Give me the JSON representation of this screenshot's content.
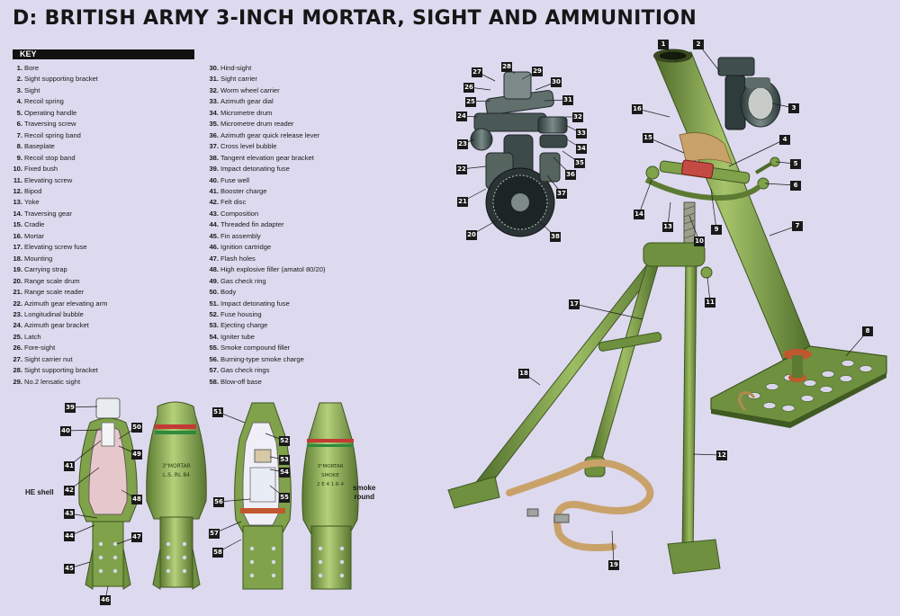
{
  "title": "D: BRITISH ARMY 3-INCH MORTAR, SIGHT AND AMMUNITION",
  "key_heading": "KEY",
  "key_left": [
    {
      "n": "1.",
      "t": "Bore"
    },
    {
      "n": "2.",
      "t": "Sight supporting bracket"
    },
    {
      "n": "3.",
      "t": "Sight"
    },
    {
      "n": "4.",
      "t": "Recoil spring"
    },
    {
      "n": "5.",
      "t": "Operating handle"
    },
    {
      "n": "6.",
      "t": "Traversing screw"
    },
    {
      "n": "7.",
      "t": "Recoil spring band"
    },
    {
      "n": "8.",
      "t": "Baseplate"
    },
    {
      "n": "9.",
      "t": "Recoil stop band"
    },
    {
      "n": "10.",
      "t": "Fixed bush"
    },
    {
      "n": "11.",
      "t": "Elevating screw"
    },
    {
      "n": "12.",
      "t": "Bipod"
    },
    {
      "n": "13.",
      "t": "Yoke"
    },
    {
      "n": "14.",
      "t": "Traversing gear"
    },
    {
      "n": "15.",
      "t": "Cradle"
    },
    {
      "n": "16.",
      "t": "Mortar"
    },
    {
      "n": "17.",
      "t": "Elevating screw fuse"
    },
    {
      "n": "18.",
      "t": "Mounting"
    },
    {
      "n": "19.",
      "t": "Carrying strap"
    },
    {
      "n": "20.",
      "t": "Range scale drum"
    },
    {
      "n": "21.",
      "t": "Range scale reader"
    },
    {
      "n": "22.",
      "t": "Azimuth gear elevating arm"
    },
    {
      "n": "23.",
      "t": "Longitudinal bubble"
    },
    {
      "n": "24.",
      "t": "Azimuth gear bracket"
    },
    {
      "n": "25.",
      "t": "Latch"
    },
    {
      "n": "26.",
      "t": "Fore-sight"
    },
    {
      "n": "27.",
      "t": "Sight carrier nut"
    },
    {
      "n": "28.",
      "t": "Sight supporting bracket"
    },
    {
      "n": "29.",
      "t": "No.2 lensatic sight"
    }
  ],
  "key_right": [
    {
      "n": "30.",
      "t": "Hind-sight"
    },
    {
      "n": "31.",
      "t": "Sight carrier"
    },
    {
      "n": "32.",
      "t": "Worm wheel carrier"
    },
    {
      "n": "33.",
      "t": "Azimuth gear dial"
    },
    {
      "n": "34.",
      "t": "Micrometre drum"
    },
    {
      "n": "35.",
      "t": "Micrometre drum reader"
    },
    {
      "n": "36.",
      "t": "Azimuth gear quick release lever"
    },
    {
      "n": "37.",
      "t": "Cross level bubble"
    },
    {
      "n": "38.",
      "t": "Tangent elevation gear bracket"
    },
    {
      "n": "39.",
      "t": "Impact detonating fuse"
    },
    {
      "n": "40.",
      "t": "Fuse well"
    },
    {
      "n": "41.",
      "t": "Booster charge"
    },
    {
      "n": "42.",
      "t": "Felt disc"
    },
    {
      "n": "43.",
      "t": "Composition"
    },
    {
      "n": "44.",
      "t": "Threaded fin adapter"
    },
    {
      "n": "45.",
      "t": "Fin assembly"
    },
    {
      "n": "46.",
      "t": "Ignition cartridge"
    },
    {
      "n": "47.",
      "t": "Flash holes"
    },
    {
      "n": "48.",
      "t": "High explosive filler (amatol 80/20)"
    },
    {
      "n": "49.",
      "t": "Gas check ring"
    },
    {
      "n": "50.",
      "t": "Body"
    },
    {
      "n": "51.",
      "t": "Impact detonating fuse"
    },
    {
      "n": "52.",
      "t": "Fuse housing"
    },
    {
      "n": "53.",
      "t": "Ejecting charge"
    },
    {
      "n": "54.",
      "t": "Igniter tube"
    },
    {
      "n": "55.",
      "t": "Smoke compound filler"
    },
    {
      "n": "56.",
      "t": "Burning-type smoke charge"
    },
    {
      "n": "57.",
      "t": "Gas check rings"
    },
    {
      "n": "58.",
      "t": "Blow-off base"
    }
  ],
  "labels": {
    "he_shell": "HE shell",
    "smoke_round": "smoke\nround"
  },
  "shell_markings": {
    "he": "3\"MORTAR\nL.S. RL 84",
    "smoke": "3\"MORTAR\nSMOKE\n2 E 4 1 R 4"
  },
  "callouts": [
    "1",
    "2",
    "3",
    "4",
    "5",
    "6",
    "7",
    "8",
    "9",
    "10",
    "11",
    "12",
    "13",
    "14",
    "15",
    "16",
    "17",
    "18",
    "19",
    "20",
    "21",
    "22",
    "23",
    "24",
    "25",
    "26",
    "27",
    "28",
    "29",
    "30",
    "31",
    "32",
    "33",
    "34",
    "35",
    "36",
    "37",
    "38",
    "39",
    "40",
    "41",
    "42",
    "43",
    "44",
    "45",
    "46",
    "47",
    "48",
    "49",
    "50",
    "51",
    "52",
    "53",
    "54",
    "55",
    "56",
    "57",
    "58"
  ],
  "colors": {
    "background": "#ddd9ee",
    "olive": "#7fa24a",
    "olive_dark": "#4e6b2a",
    "strap": "#c9a26a",
    "callout": "#1a1a1a"
  }
}
